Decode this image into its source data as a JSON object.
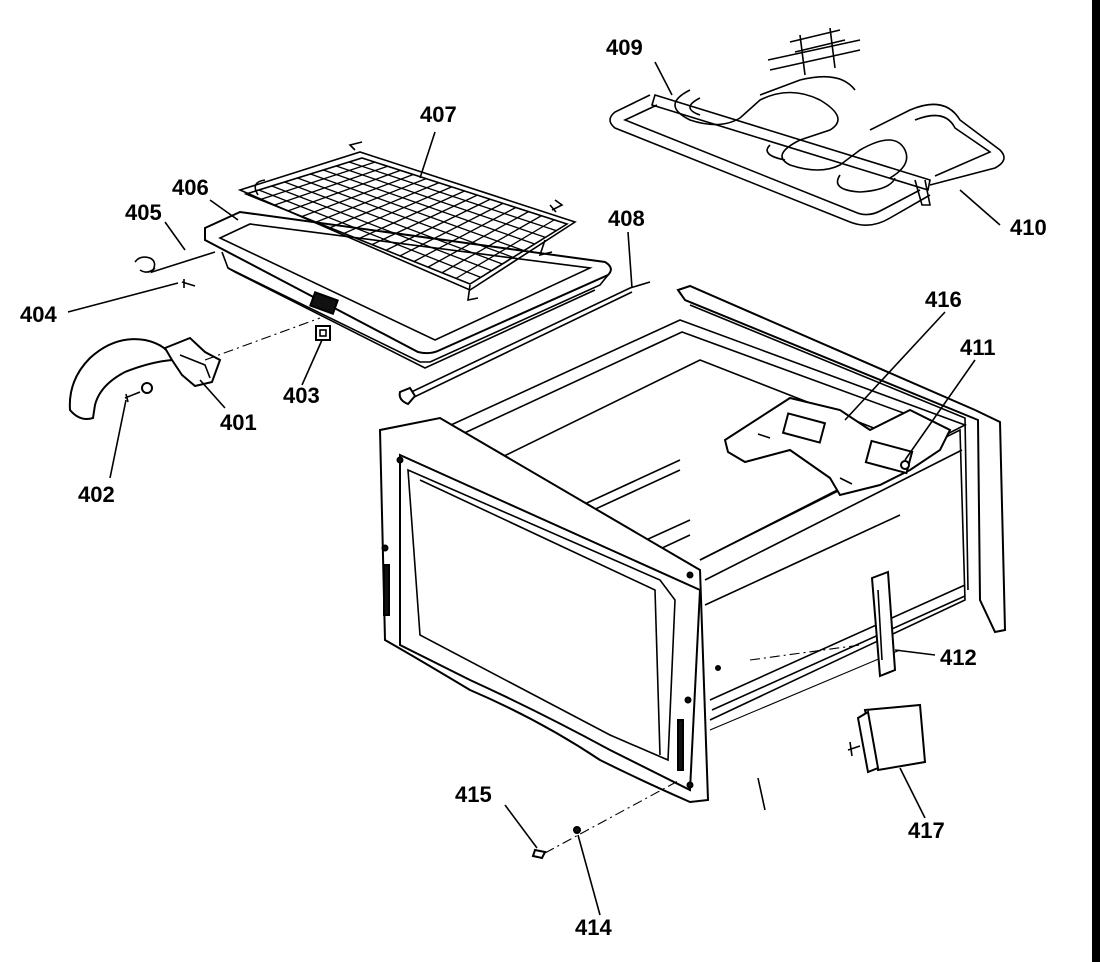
{
  "labels": {
    "l401": "401",
    "l402": "402",
    "l403": "403",
    "l404": "404",
    "l405": "405",
    "l406": "406",
    "l407": "407",
    "l408": "408",
    "l409": "409",
    "l410": "410",
    "l411": "411",
    "l412": "412",
    "l414": "414",
    "l415": "415",
    "l416": "416",
    "l417": "417"
  }
}
